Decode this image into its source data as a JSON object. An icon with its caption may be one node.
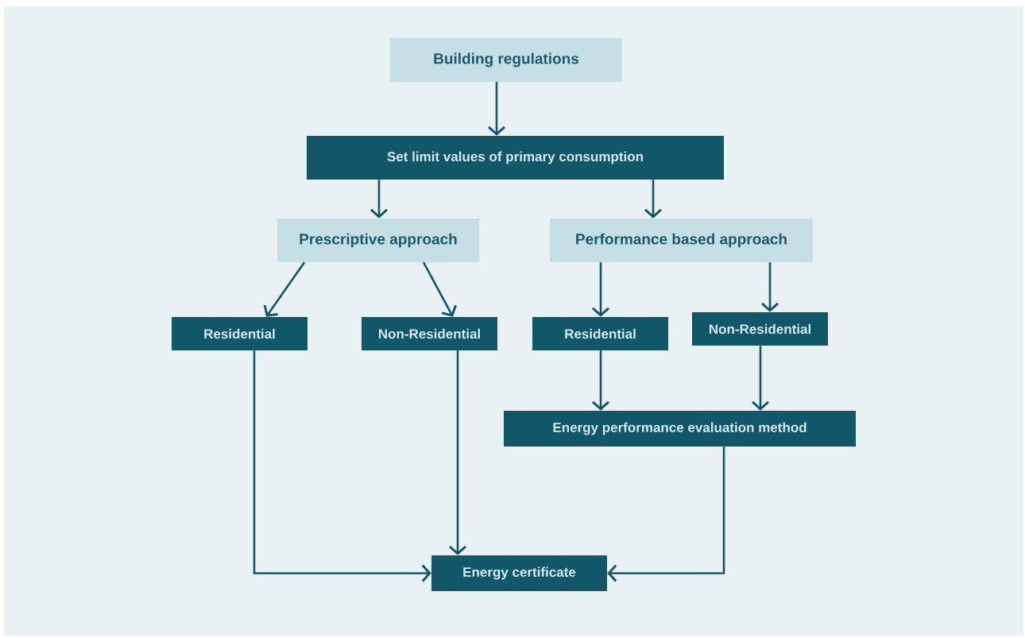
{
  "diagram": {
    "nodes": [
      {
        "text": [
          "Building regulations"
        ]
      },
      {
        "text": [
          "Set limit values of primary consumption"
        ]
      },
      {
        "text": [
          "Prescriptive approach"
        ]
      },
      {
        "text": [
          "Performance based approach"
        ]
      },
      {
        "text": [
          "Residential"
        ]
      },
      {
        "text": [
          "Non-Residential"
        ]
      },
      {
        "text": [
          "Residential"
        ]
      },
      {
        "text": [
          "Non-Residential"
        ]
      },
      {
        "text": [
          "Energy performance evaluation method"
        ]
      },
      {
        "text": [
          "Energy certificate"
        ]
      }
    ],
    "edges": [
      {
        "from": 0,
        "to": 1,
        "arrow": "to"
      },
      {
        "from": 1,
        "to": 2,
        "arrow": "to"
      },
      {
        "from": 1,
        "to": 3,
        "arrow": "to"
      },
      {
        "from": 2,
        "to": 4,
        "arrow": "to"
      },
      {
        "from": 2,
        "to": 5,
        "arrow": "to"
      },
      {
        "from": 3,
        "to": 6,
        "arrow": "to"
      },
      {
        "from": 3,
        "to": 7,
        "arrow": "to"
      },
      {
        "from": 6,
        "to": 8,
        "arrow": "to"
      },
      {
        "from": 7,
        "to": 8,
        "arrow": "to"
      },
      {
        "from": 4,
        "to": 9,
        "arrow": "to"
      },
      {
        "from": 5,
        "to": 9,
        "arrow": "to"
      },
      {
        "from": 8,
        "to": 9,
        "arrow": "to"
      }
    ]
  }
}
